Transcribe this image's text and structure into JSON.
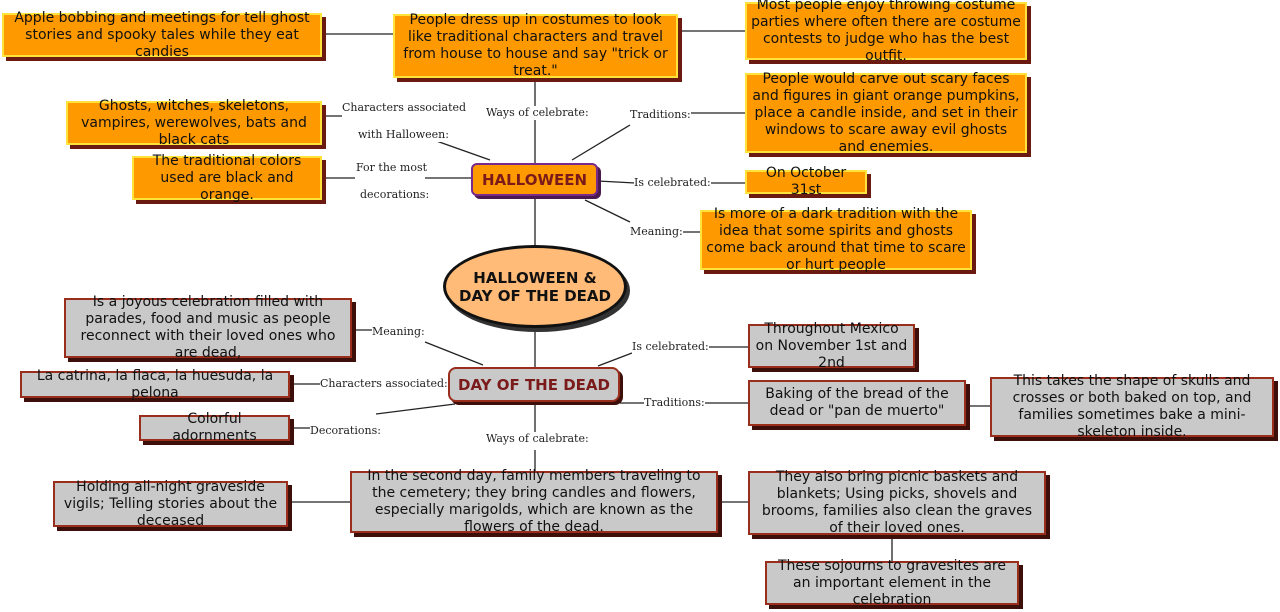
{
  "center": {
    "line1": "HALLOWEEN &",
    "line2": "DAY OF THE DEAD"
  },
  "halloween": {
    "title": "HALLOWEEN",
    "ways_label": "Ways of celebrate:",
    "ways_text": "People dress up in costumes to look like traditional characters and travel from house to house and say \"trick or treat.\"",
    "apple_text": "Apple bobbing and meetings for tell ghost stories and spooky tales while they eat candies",
    "party_text": "Most people enjoy throwing costume parties where often there are costume contests to judge who has the best outfit.",
    "traditions_label": "Traditions:",
    "traditions_text": "People would carve out scary faces and figures in giant orange pumpkins, place a candle inside, and set in their windows to scare away evil ghosts and enemies.",
    "characters_label_1": "Characters associated",
    "characters_label_2": "with Halloween:",
    "characters_text": "Ghosts, witches, skeletons, vampires, werewolves, bats and black cats",
    "decorations_label_1": "For the most",
    "decorations_label_2": "decorations:",
    "decorations_text": "The traditional colors used are black and orange.",
    "celebrated_label": "Is celebrated:",
    "celebrated_text": "On October 31st",
    "meaning_label": "Meaning:",
    "meaning_text": "Is more of a dark tradition with the idea that some spirits and ghosts come back around that time to scare or hurt people"
  },
  "dead": {
    "title": "DAY OF THE DEAD",
    "meaning_label": "Meaning:",
    "meaning_text": "Is a joyous celebration filled with parades, food and music as people reconnect with their loved ones who are dead,",
    "characters_label": "Characters associated:",
    "characters_text": "La catrina, la flaca, la huesuda, la pelona",
    "decorations_label": "Decorations:",
    "decorations_text": "Colorful adornments",
    "celebrated_label": "Is celebrated:",
    "celebrated_text": "Throughout Mexico on November 1st and 2nd",
    "traditions_label": "Traditions:",
    "traditions_text": "Baking of the bread of the dead or \"pan de muerto\"",
    "skulls_text": "This takes the shape of skulls and crosses or both baked on top, and families sometimes bake a mini-skeleton inside.",
    "ways_label": "Ways of calebrate:",
    "ways_text": "In the second day, family members traveling to the cemetery; they bring candles and flowers, especially marigolds, which are known as the flowers of the dead.",
    "vigils_text": "Holding all-night graveside vigils; Telling stories about the deceased",
    "picnic_text": "They also bring picnic baskets and blankets; Using picks, shovels and brooms, families also clean the graves of their loved ones.",
    "sojourns_text": "These sojourns to gravesites are an important element in the celebration"
  }
}
